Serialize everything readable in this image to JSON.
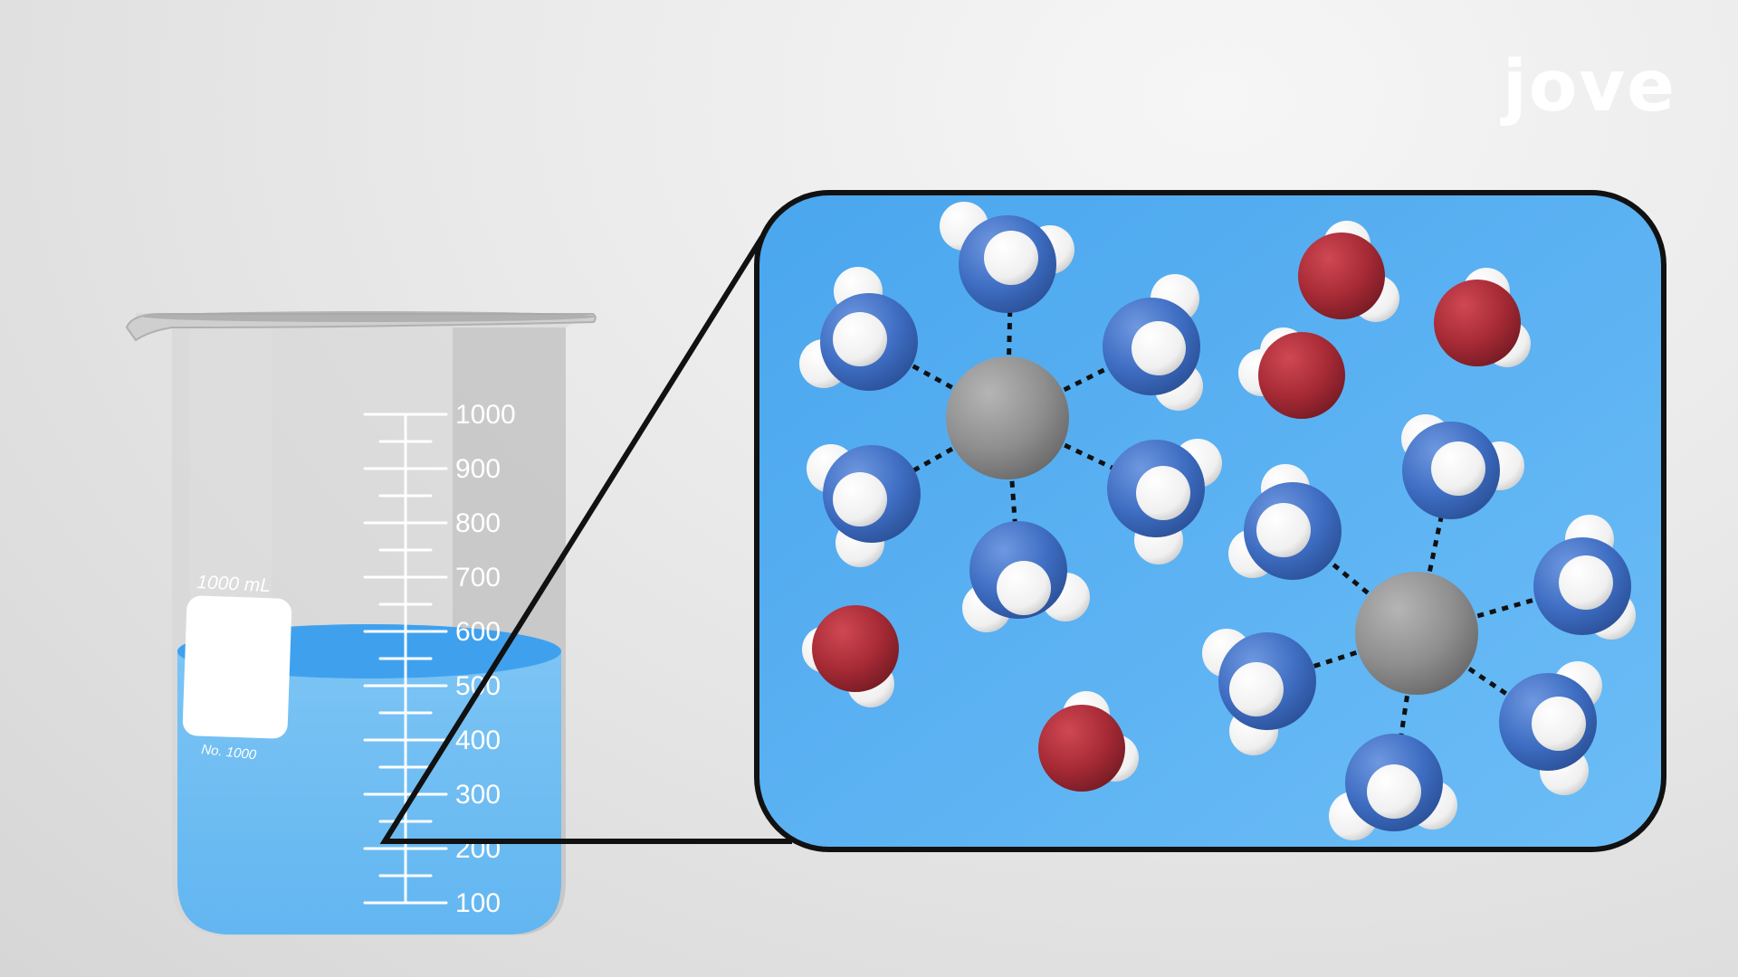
{
  "logo": {
    "text": "jove"
  },
  "beaker": {
    "capacity_label": "1000 mL",
    "number_label": "No. 1000",
    "scale_ticks": [
      "1000",
      "900",
      "800",
      "700",
      "600",
      "500",
      "400",
      "300",
      "200",
      "100"
    ],
    "fill_level_ml": 550
  },
  "zoom_view": {
    "complexes": [
      {
        "center": "metal-ion",
        "ligands": 6
      },
      {
        "center": "metal-ion",
        "ligands": 6
      }
    ],
    "free_water_molecules": 5,
    "colors": {
      "background": "#58b2f2",
      "ligand_center": "#3f6fc4",
      "hydrogen": "#ffffff",
      "metal_ion": "#8f8f8f",
      "water_oxygen": "#a62a35",
      "beaker_liquid": "#6bbcf3"
    }
  }
}
